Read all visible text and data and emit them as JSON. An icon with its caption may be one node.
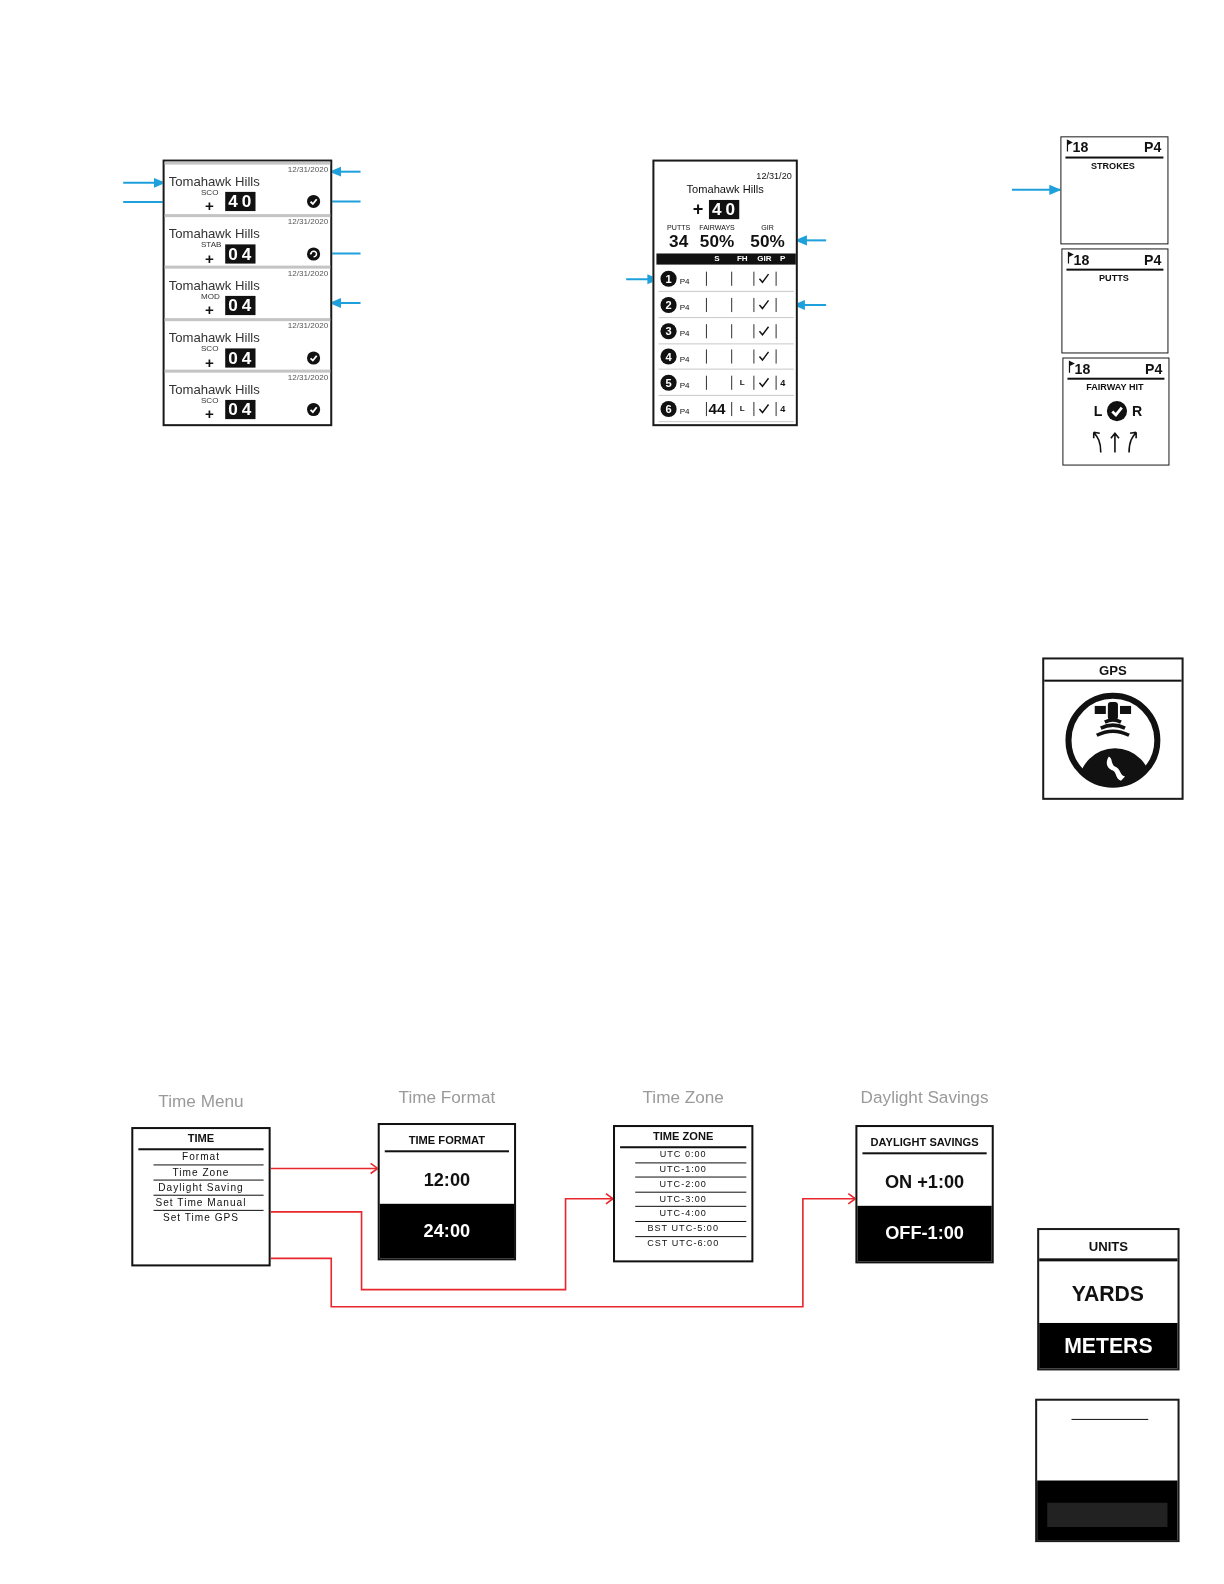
{
  "diagram": {
    "nodes": [
      {
        "text": [],
        "shape": "box"
      },
      {
        "text": [
          "12/31/2020",
          "Tomahawk Hills"
        ],
        "in": 0
      },
      {
        "text": [
          "SCO",
          "+",
          "40"
        ],
        "in": 1
      },
      {
        "text": [],
        "shape": "circle",
        "in": 1
      },
      {
        "text": [
          "12/31/2020",
          "Tomahawk Hills"
        ],
        "in": 0
      },
      {
        "text": [
          "STAB",
          "+",
          "04"
        ],
        "in": 4
      },
      {
        "text": [],
        "shape": "circle",
        "in": 4
      },
      {
        "text": [
          "12/31/2020",
          "Tomahawk Hills"
        ],
        "in": 0
      },
      {
        "text": [
          "MOD",
          "+",
          "04"
        ],
        "in": 7
      },
      {
        "text": [
          "12/31/2020",
          "Tomahawk Hills"
        ],
        "in": 0
      },
      {
        "text": [
          "SCO",
          "+",
          "04"
        ],
        "in": 9
      },
      {
        "text": [],
        "shape": "circle",
        "in": 9
      },
      {
        "text": [
          "12/31/2020",
          "Tomahawk Hills"
        ],
        "in": 0
      },
      {
        "text": [
          "SCO",
          "+",
          "04"
        ],
        "in": 12
      },
      {
        "text": [],
        "shape": "circle",
        "in": 12
      },
      {
        "text": [
          "12/31/20",
          "Tomahawk Hills"
        ]
      },
      {
        "text": [
          "+",
          "40"
        ],
        "in": 15
      },
      {
        "text": [
          "PUTTS",
          "FAIRWAYS",
          "GIR",
          "34",
          "50%",
          "50%"
        ],
        "in": 15
      },
      {
        "text": [
          "S",
          "FH",
          "GIR",
          "P"
        ],
        "in": 15
      },
      {
        "text": [
          "1",
          "P4"
        ],
        "in": 15
      },
      {
        "text": [
          "2",
          "P4"
        ],
        "in": 15
      },
      {
        "text": [
          "3",
          "P4"
        ],
        "in": 15
      },
      {
        "text": [
          "4",
          "P4"
        ],
        "in": 15
      },
      {
        "text": [
          "5",
          "P4",
          "L",
          "4"
        ],
        "in": 15
      },
      {
        "text": [
          "6",
          "P4",
          "44",
          "L",
          "4"
        ],
        "in": 15
      },
      {
        "text": [
          "18",
          "P4",
          "STROKES"
        ]
      },
      {
        "text": [
          "18",
          "P4",
          "PUTTS"
        ]
      },
      {
        "text": [
          "18",
          "P4",
          "FAIRWAY HIT",
          "L",
          "R"
        ]
      },
      {
        "text": [
          "GPS"
        ]
      },
      {
        "text": [
          "Time Menu",
          "TIME",
          "Format",
          "Time Zone",
          "Daylight Saving",
          "Set Time Manual",
          "Set Time GPS"
        ]
      },
      {
        "text": [
          "Time Format",
          "TIME FORMAT",
          "12:00",
          "24:00"
        ]
      },
      {
        "text": [
          "Time Zone",
          "TIME ZONE",
          "UTC 0:00",
          "UTC-1:00",
          "UTC-2:00",
          "UTC-3:00",
          "UTC-4:00",
          "BST UTC-5:00",
          "CST UTC-6:00"
        ]
      },
      {
        "text": [
          "Daylight Savings",
          "DAYLIGHT SAVINGS",
          "ON +1:00",
          "OFF-1:00"
        ]
      },
      {
        "text": [
          "UNITS",
          "YARDS",
          "METERS"
        ]
      },
      {
        "text": [],
        "shape": "box"
      }
    ],
    "edges": [
      {
        "from": null,
        "to": 1,
        "arrow": "to"
      },
      {
        "from": null,
        "to": 2,
        "arrow": "to"
      },
      {
        "from": null,
        "to": 1,
        "arrow": "to"
      },
      {
        "from": null,
        "to": 3,
        "arrow": "to"
      },
      {
        "from": null,
        "to": 6,
        "arrow": "to"
      },
      {
        "from": null,
        "to": 7,
        "arrow": "to"
      },
      {
        "from": null,
        "to": 17,
        "arrow": "to"
      },
      {
        "from": null,
        "to": 19,
        "arrow": "to"
      },
      {
        "from": null,
        "to": 20,
        "arrow": "to"
      },
      {
        "from": null,
        "to": 25,
        "arrow": "to"
      },
      {
        "from": 29,
        "to": 30,
        "arrow": "to",
        "color": "#e8262b"
      },
      {
        "from": 29,
        "to": 31,
        "arrow": "to",
        "color": "#e8262b"
      },
      {
        "from": 29,
        "to": 32,
        "arrow": "to",
        "color": "#e8262b"
      }
    ]
  }
}
